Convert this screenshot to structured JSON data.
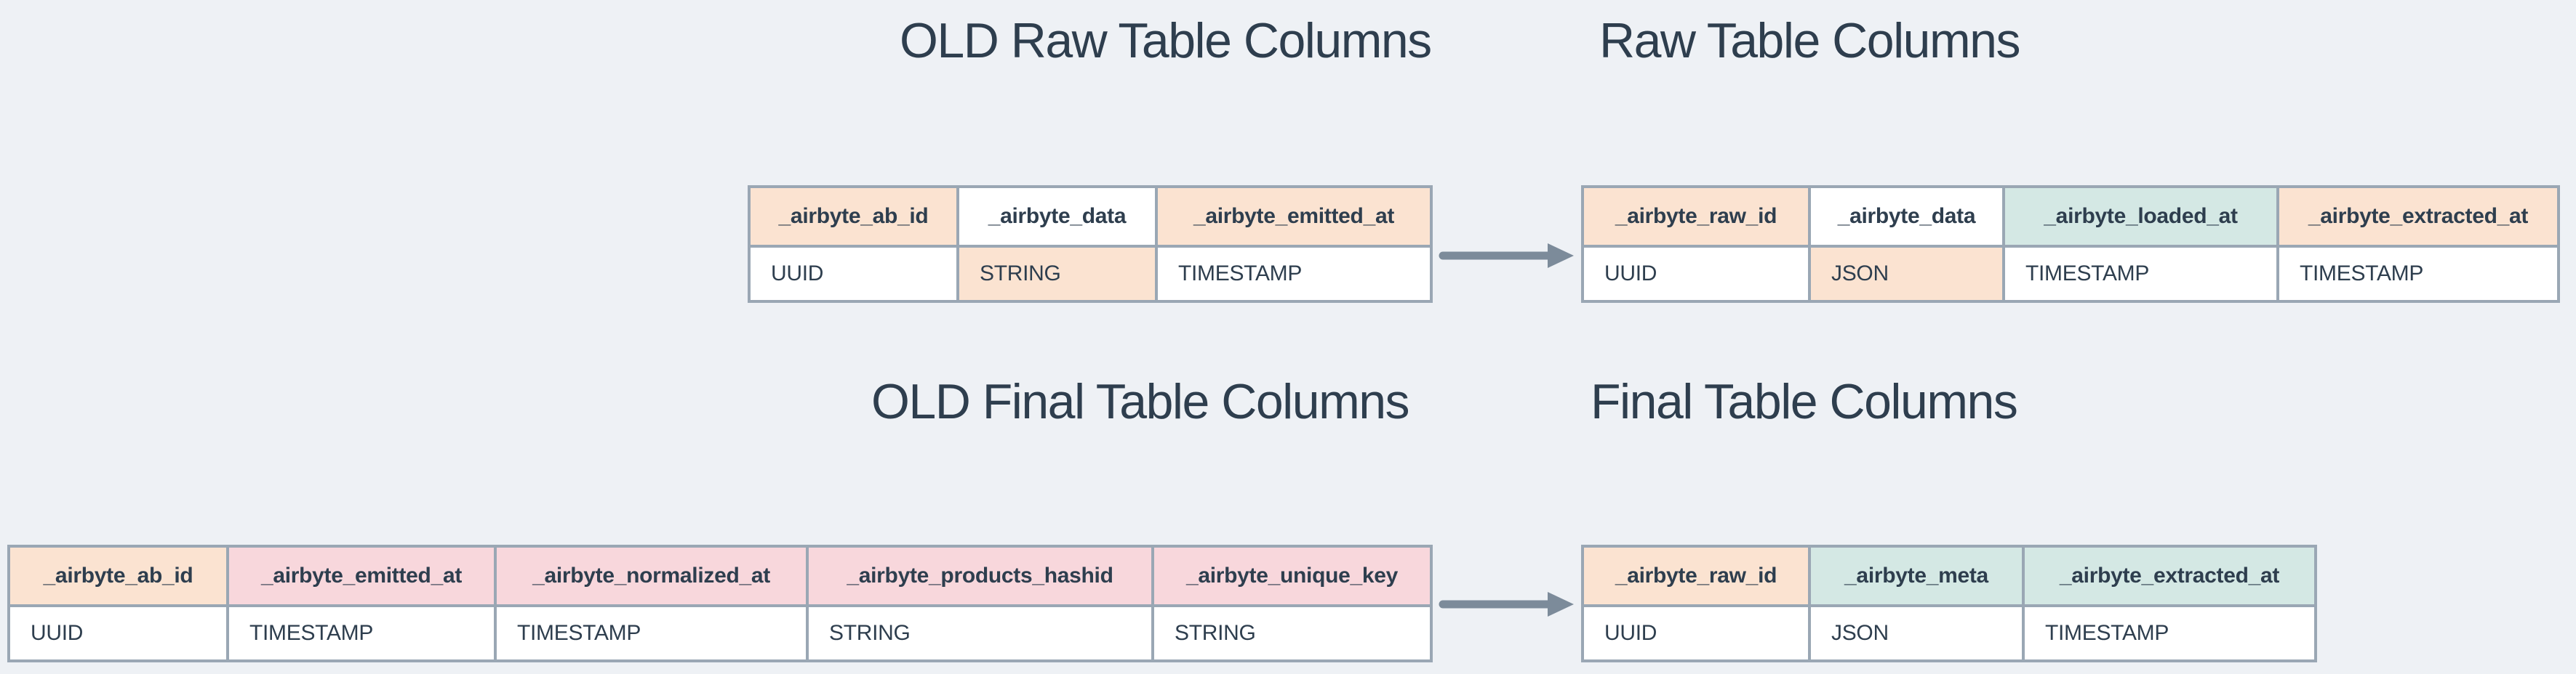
{
  "palette": {
    "background": "#eef1f5",
    "table_border": "#9aa7b4",
    "text": "#2e3e4e",
    "arrow": "#7c8b9a",
    "peach": "#fbe3d1",
    "pink": "#f8d7dc",
    "teal": "#d4e8e4",
    "white": "#ffffff"
  },
  "titles": {
    "old_raw": "OLD Raw Table Columns",
    "new_raw": "Raw Table Columns",
    "old_final": "OLD Final Table Columns",
    "new_final": "Final Table Columns"
  },
  "tables": {
    "old_raw": {
      "columns": [
        {
          "name": "_airbyte_ab_id",
          "type": "UUID",
          "name_bg": "peach",
          "type_bg": "white"
        },
        {
          "name": "_airbyte_data",
          "type": "STRING",
          "name_bg": "white",
          "type_bg": "peach"
        },
        {
          "name": "_airbyte_emitted_at",
          "type": "TIMESTAMP",
          "name_bg": "peach",
          "type_bg": "white"
        }
      ]
    },
    "new_raw": {
      "columns": [
        {
          "name": "_airbyte_raw_id",
          "type": "UUID",
          "name_bg": "peach",
          "type_bg": "white"
        },
        {
          "name": "_airbyte_data",
          "type": "JSON",
          "name_bg": "white",
          "type_bg": "peach"
        },
        {
          "name": "_airbyte_loaded_at",
          "type": "TIMESTAMP",
          "name_bg": "teal",
          "type_bg": "white"
        },
        {
          "name": "_airbyte_extracted_at",
          "type": "TIMESTAMP",
          "name_bg": "peach",
          "type_bg": "white"
        }
      ]
    },
    "old_final": {
      "columns": [
        {
          "name": "_airbyte_ab_id",
          "type": "UUID",
          "name_bg": "peach",
          "type_bg": "white"
        },
        {
          "name": "_airbyte_emitted_at",
          "type": "TIMESTAMP",
          "name_bg": "pink",
          "type_bg": "white"
        },
        {
          "name": "_airbyte_normalized_at",
          "type": "TIMESTAMP",
          "name_bg": "pink",
          "type_bg": "white"
        },
        {
          "name": "_airbyte_products_hashid",
          "type": "STRING",
          "name_bg": "pink",
          "type_bg": "white"
        },
        {
          "name": "_airbyte_unique_key",
          "type": "STRING",
          "name_bg": "pink",
          "type_bg": "white"
        }
      ]
    },
    "new_final": {
      "columns": [
        {
          "name": "_airbyte_raw_id",
          "type": "UUID",
          "name_bg": "peach",
          "type_bg": "white"
        },
        {
          "name": "_airbyte_meta",
          "type": "JSON",
          "name_bg": "teal",
          "type_bg": "white"
        },
        {
          "name": "_airbyte_extracted_at",
          "type": "TIMESTAMP",
          "name_bg": "teal",
          "type_bg": "white"
        }
      ]
    }
  },
  "icons": {
    "raw_migration_arrow": "right-arrow",
    "final_migration_arrow": "right-arrow"
  }
}
